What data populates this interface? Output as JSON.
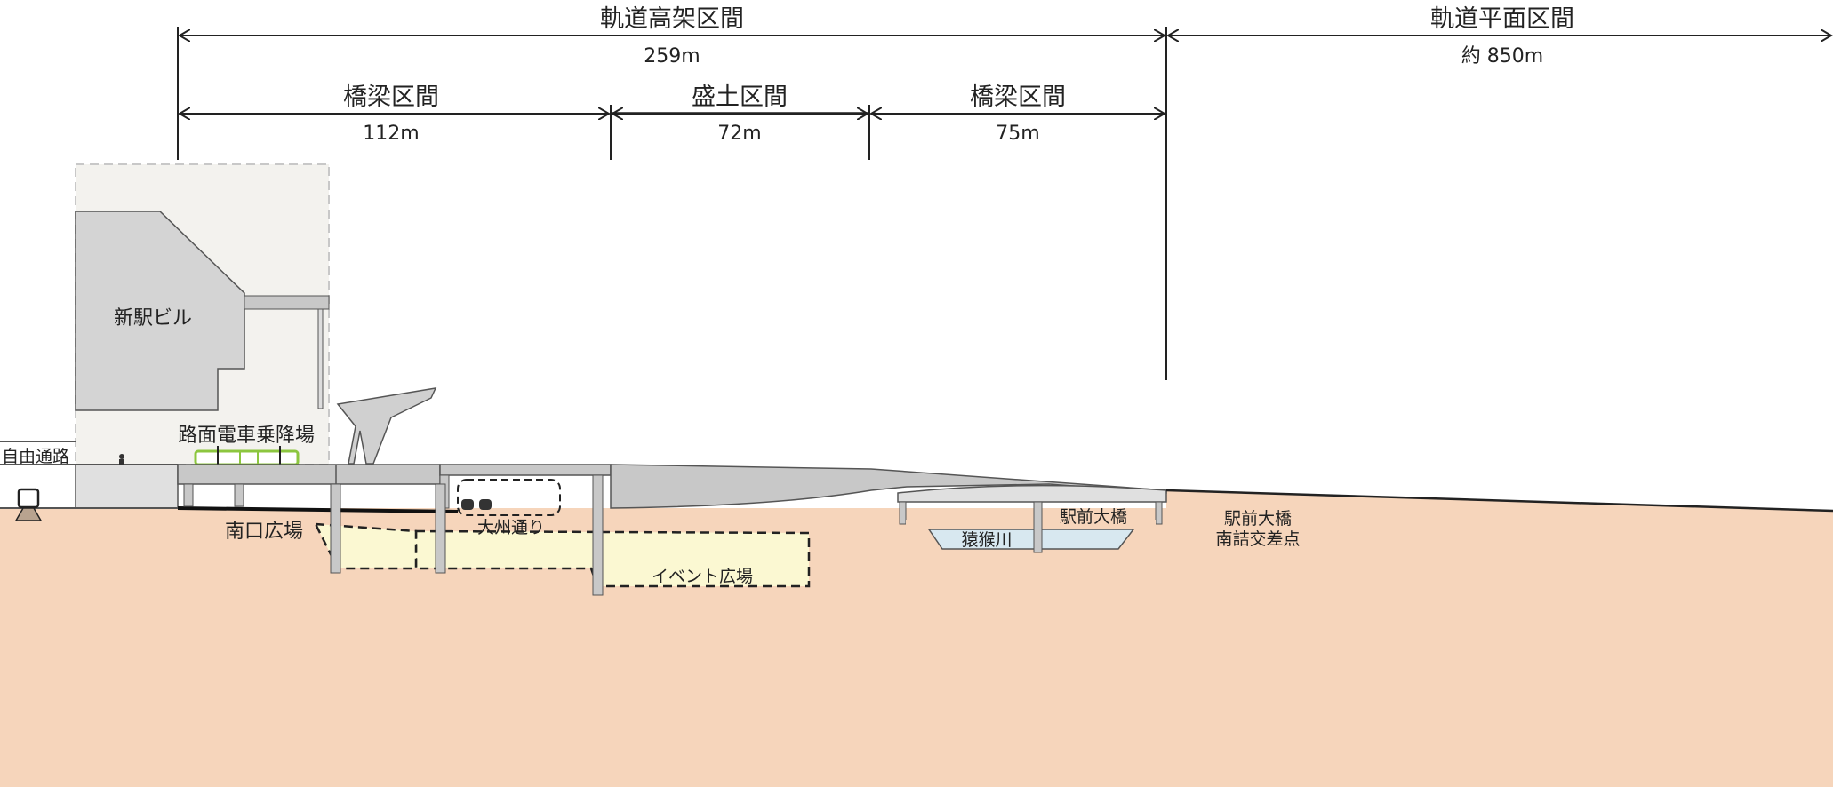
{
  "dimensions": {
    "elevated": {
      "label": "軌道高架区間",
      "length": "259m"
    },
    "grade": {
      "label": "軌道平面区間",
      "length": "約 850m"
    },
    "sections": [
      {
        "label": "橋梁区間",
        "length": "112m"
      },
      {
        "label": "盛土区間",
        "length": "72m"
      },
      {
        "label": "橋梁区間",
        "length": "75m"
      }
    ]
  },
  "labels": {
    "new_station_building": "新駅ビル",
    "tram_platform": "路面電車乗降場",
    "free_passage": "自由通路",
    "south_plaza": "南口広場",
    "oozu_street": "大州通り",
    "event_plaza": "イベント広場",
    "ekimae_bridge": "駅前大橋",
    "river": "猿猴川",
    "intersection_line1": "駅前大橋",
    "intersection_line2": "南詰交差点"
  },
  "colors": {
    "soil": "#f6d5bb",
    "structure": "#c8c8c8",
    "building_bg": "#f3f2ee",
    "plaza": "#fbf8d2",
    "river": "#d8e8f0",
    "tram": "#8cc63f"
  }
}
